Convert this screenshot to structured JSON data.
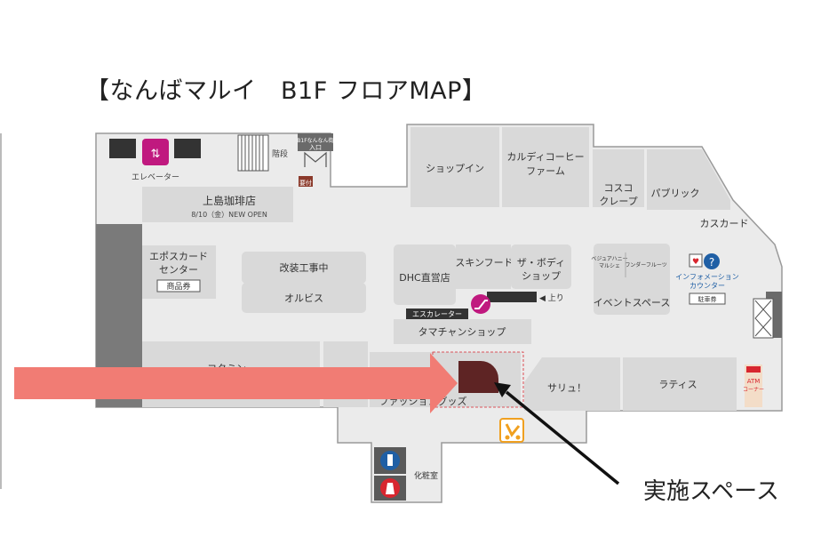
{
  "title": "【なんばマルイ　B1F フロアMAP】",
  "callout": "実施スペース",
  "elevator": "エレベーター",
  "stairs": "階段",
  "entrance": "B1Fなんなん街\n入口",
  "stamp": "要付",
  "cafe_name": "上島珈琲店",
  "cafe_note": "8/10（金）NEW OPEN",
  "shops": {
    "shopin": "ショップイン",
    "kaldi": "カルディコーヒー\nファーム",
    "cosco": "コスコ\nクレープ",
    "public": "パブリック",
    "kascard": "カスカード",
    "epos": "エポスカード\nセンター",
    "voucher": "商品券",
    "renov": "改装工事中",
    "orbis": "オルビス",
    "dhc": "DHC直営店",
    "skinfood": "スキンフード",
    "bodyshop": "ザ・ボディ\nショップ",
    "up": "◀ 上り",
    "escalator": "エスカレーター",
    "tamachan": "タマチャンショップ",
    "vegetable": "ベジュアハニー\nマルシェ",
    "wonder": "ワンダーフルーツ",
    "event": "イベントスペース",
    "info": "インフォメーション\nカウンター",
    "parking": "駐車券",
    "kokumin": "コクミン",
    "fashion": "ファッショングッズ",
    "sarieu": "サリュ！",
    "lattice": "ラティス",
    "atm": "ATM\nコーナー",
    "powder": "化粧室"
  },
  "colors": {
    "block": "#d9d9d9",
    "floor": "#ebebeb",
    "outline": "#9a9a9a",
    "dark": "#5a5a5a",
    "arrow": "#f17c74",
    "target": "#5e2424",
    "magenta": "#c0197f",
    "blue": "#1f5fa5",
    "red": "#d8262f",
    "orange": "#f0a020"
  },
  "icons": [
    "elevator-icon",
    "escalator-icon",
    "info-icon",
    "stroller-icon",
    "male-restroom-icon",
    "female-restroom-icon"
  ]
}
